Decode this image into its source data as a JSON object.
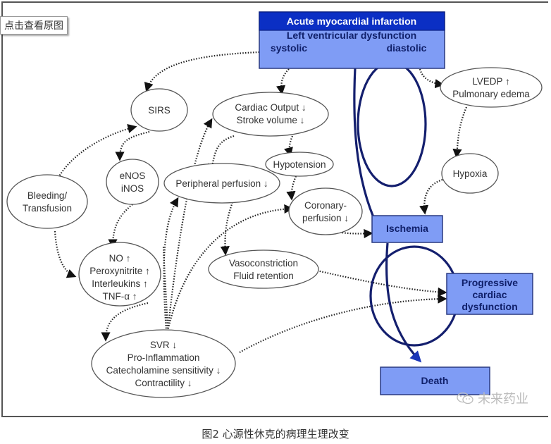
{
  "view_original_button": "点击查看原图",
  "caption": "图2 心源性休克的病理生理改变",
  "watermark": {
    "icon": "wechat-icon",
    "text": "未来药业"
  },
  "colors": {
    "header_dark_blue": "#0b2fc4",
    "box_light_blue": "#7f9cf5",
    "loop_navy": "#141f6e",
    "box_text": "#10206a"
  },
  "header_box": {
    "title": "Acute myocardial infarction",
    "subtitle": "Left ventricular dysfunction",
    "left_label": "systolic",
    "right_label": "diastolic"
  },
  "nodes": {
    "sirs": [
      "SIRS"
    ],
    "cardiac_output": [
      "Cardiac Output ↓",
      "Stroke volume ↓"
    ],
    "lvedp": [
      "LVEDP ↑",
      "Pulmonary edema"
    ],
    "hypoxia": [
      "Hypoxia"
    ],
    "bleeding": [
      "Bleeding/",
      "Transfusion"
    ],
    "nos": [
      "eNOS",
      "iNOS"
    ],
    "hypotension": [
      "Hypotension"
    ],
    "peripheral": [
      "Peripheral perfusion ↓"
    ],
    "coronary": [
      "Coronary-",
      "perfusion ↓"
    ],
    "mediators": [
      "NO ↑",
      "Peroxynitrite ↑",
      "Interleukins ↑",
      "TNF-α ↑"
    ],
    "vasoconstriction": [
      "Vasoconstriction",
      "Fluid retention"
    ],
    "svr": [
      "SVR ↓",
      "Pro-Inflammation",
      "Catecholamine sensitivity ↓",
      "Contractility ↓"
    ]
  },
  "boxes": {
    "ischemia": [
      "Ischemia"
    ],
    "progressive": [
      "Progressive",
      "cardiac",
      "dysfunction"
    ],
    "death": [
      "Death"
    ]
  }
}
